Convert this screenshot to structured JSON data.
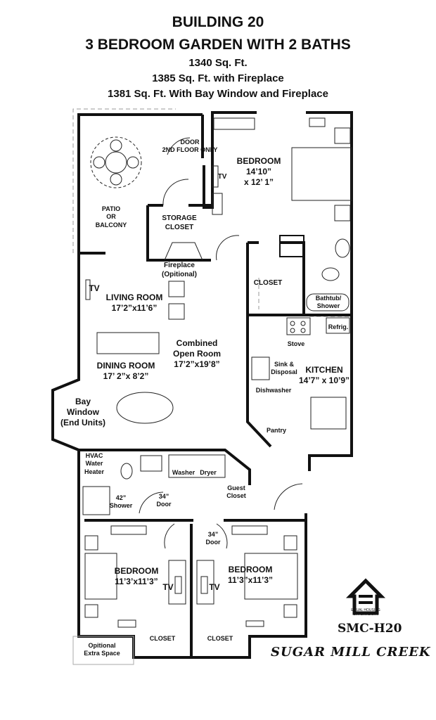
{
  "header": {
    "building": "BUILDING 20",
    "plan": "3 BEDROOM GARDEN WITH 2 BATHS",
    "sqft": [
      "1340 Sq. Ft.",
      "1385 Sq. Ft. with Fireplace",
      "1381 Sq. Ft. With Bay Window and Fireplace"
    ]
  },
  "rooms": {
    "door_note": [
      "DOOR",
      "2ND FLOOR ONLY"
    ],
    "master_bedroom": [
      "BEDROOM",
      "14’10”",
      "x 12’ 1”"
    ],
    "patio": [
      "PATIO",
      "OR",
      "BALCONY"
    ],
    "storage": [
      "STORAGE",
      "CLOSET"
    ],
    "fireplace": [
      "Fireplace",
      "(Opitional)"
    ],
    "closet": "CLOSET",
    "bath": [
      "Bathtub/",
      "Shower"
    ],
    "living": [
      "LIVING ROOM",
      "17’2”x11’6”"
    ],
    "combined": [
      "Combined",
      "Open Room",
      "17’2”x19’8”"
    ],
    "dining": [
      "DINING ROOM",
      "17’ 2”x 8’2”"
    ],
    "bay": [
      "Bay",
      "Window",
      "(End Units)"
    ],
    "kitchen": [
      "KITCHEN",
      "14’7” x 10’9”"
    ],
    "refrig": "Refrig.",
    "stove": "Stove",
    "sink": [
      "Sink &",
      "Disposal"
    ],
    "dishwasher": "Dishwasher",
    "pantry": "Pantry",
    "hvac": [
      "HVAC",
      "Water",
      "Heater"
    ],
    "washer": "Washer",
    "dryer": "Dryer",
    "guest_closet": [
      "Guest",
      "Closet"
    ],
    "shower": [
      "42”",
      "Shower"
    ],
    "door34a": [
      "34”",
      "Door"
    ],
    "door34b": [
      "34”",
      "Door"
    ],
    "bedroom2": [
      "BEDROOM",
      "11’3’x11’3”"
    ],
    "bedroom3": [
      "BEDROOM",
      "11’3”x11’3”"
    ],
    "closet2": "CLOSET",
    "closet3": "CLOSET",
    "extra": [
      "Opitional",
      "Extra Space"
    ],
    "tv": "TV"
  },
  "footer": {
    "ehl": [
      "EQUAL HOUSING",
      "OPPORTUNITY"
    ],
    "code": "SMC-H20",
    "brand": "SUGAR MILL CREEK"
  }
}
